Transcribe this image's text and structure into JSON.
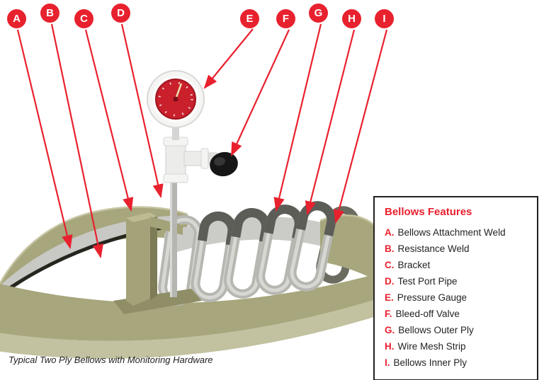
{
  "caption": "Typical Two Ply Bellows with Monitoring Hardware",
  "callouts": [
    {
      "letter": "A"
    },
    {
      "letter": "B"
    },
    {
      "letter": "C"
    },
    {
      "letter": "D"
    },
    {
      "letter": "E"
    },
    {
      "letter": "F"
    },
    {
      "letter": "G"
    },
    {
      "letter": "H"
    },
    {
      "letter": "I"
    }
  ],
  "legend": {
    "title": "Bellows Features",
    "items": [
      {
        "key": "A.",
        "label": "Bellows Attachment Weld"
      },
      {
        "key": "B.",
        "label": "Resistance Weld"
      },
      {
        "key": "C.",
        "label": "Bracket"
      },
      {
        "key": "D.",
        "label": "Test Port Pipe"
      },
      {
        "key": "E.",
        "label": "Pressure Gauge"
      },
      {
        "key": "F.",
        "label": "Bleed-off Valve"
      },
      {
        "key": "G.",
        "label": "Bellows Outer Ply"
      },
      {
        "key": "H.",
        "label": "Wire Mesh Strip"
      },
      {
        "key": "I.",
        "label": "Bellows Inner Ply"
      }
    ]
  },
  "colors": {
    "accent_red": "#e8212e",
    "duct_olive": "#a7a67c",
    "bellows_gray": "#b7b7b2",
    "mesh_dark": "#5d5d58",
    "gauge_face_red": "#c9202c"
  }
}
